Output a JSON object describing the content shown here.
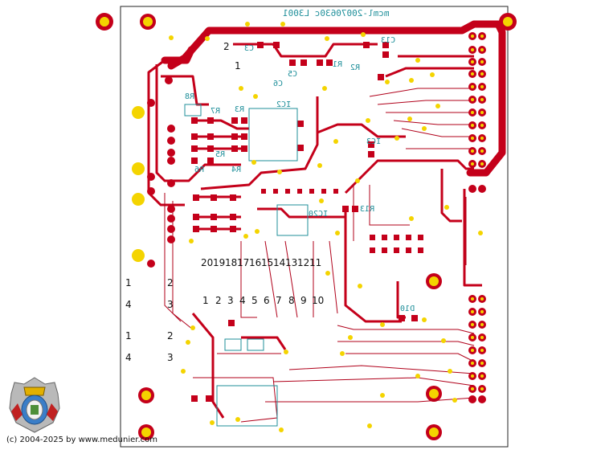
{
  "board": {
    "title": "mcml-20070630c L3001",
    "colors": {
      "copper": "#c4001a",
      "pad": "#f4d400",
      "silk": "#1f8f9a",
      "background": "#ffffff",
      "outline": "#222222"
    }
  },
  "connector_numbers": {
    "top_left": [
      "2",
      "1"
    ],
    "left_block_a": [
      "1",
      "2",
      "4",
      "3"
    ],
    "left_block_b": [
      "1",
      "2",
      "4",
      "3"
    ],
    "row_upper": [
      "20",
      "19",
      "18",
      "17",
      "16",
      "15",
      "14",
      "13",
      "12",
      "11"
    ],
    "row_lower": [
      "1",
      "2",
      "3",
      "4",
      "5",
      "6",
      "7",
      "8",
      "9",
      "10"
    ]
  },
  "designators": [
    "R8",
    "R7",
    "R6",
    "R5",
    "R4",
    "R3",
    "R2",
    "R1",
    "R13",
    "C3",
    "C5",
    "C6",
    "C13",
    "IC2",
    "IC3",
    "IC20",
    "D10"
  ],
  "footer": {
    "copyright": "(c) 2004-2025 by www.medunier.com"
  }
}
